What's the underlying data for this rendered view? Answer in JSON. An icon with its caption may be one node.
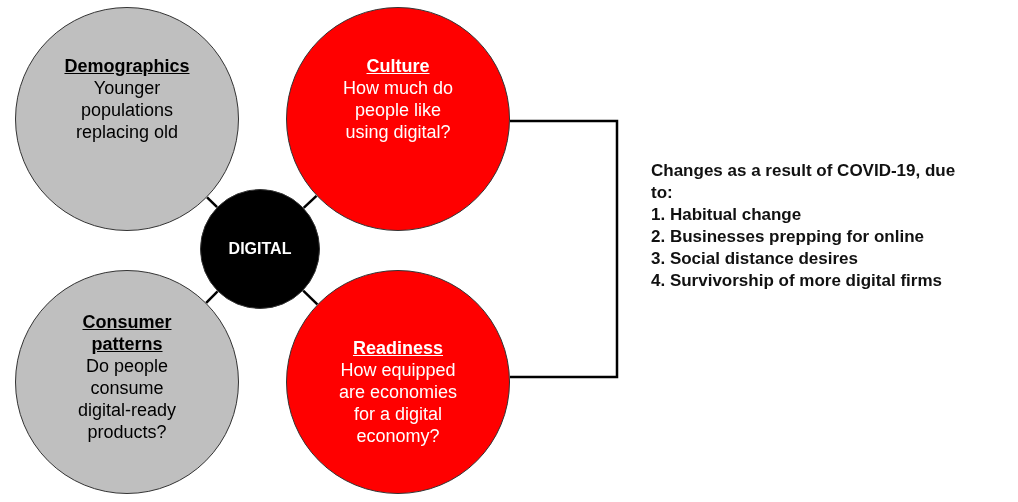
{
  "diagram": {
    "nodes": [
      {
        "text": [
          "Demographics",
          "Younger populations replacing old"
        ]
      },
      {
        "text": [
          "Culture",
          "How much do people like using digital?"
        ]
      },
      {
        "text": [
          "DIGITAL"
        ]
      },
      {
        "text": [
          "Consumer patterns",
          "Do people consume digital-ready products?"
        ]
      },
      {
        "text": [
          "Readiness",
          "How equipped are economies for a digital economy?"
        ]
      }
    ],
    "edges": [
      {
        "from": 2,
        "to": 0,
        "arrow": "none"
      },
      {
        "from": 2,
        "to": 1,
        "arrow": "none"
      },
      {
        "from": 2,
        "to": 3,
        "arrow": "none"
      },
      {
        "from": 2,
        "to": 4,
        "arrow": "none"
      },
      {
        "from": 1,
        "to": 4,
        "arrow": "none"
      }
    ],
    "labels": [
      "Changes as a result of COVID-19, due to:",
      "1. Habitual change",
      "2. Businesses prepping for online",
      "3. Social distance desires",
      "4. Survivorship of more digital firms"
    ]
  }
}
